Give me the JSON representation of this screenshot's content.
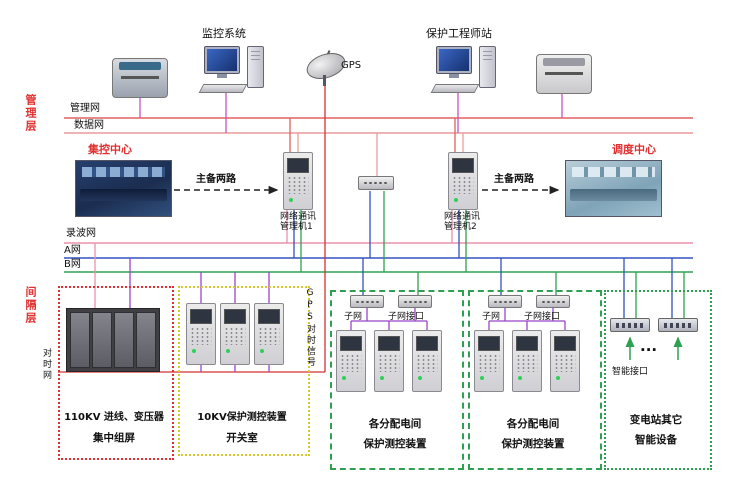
{
  "top": {
    "monitor_system": "监控系统",
    "gps": "GPS",
    "engineer_station": "保护工程师站"
  },
  "layers": {
    "management": "管理层",
    "bay": "间隔层"
  },
  "buses": {
    "mgmt": "管理网",
    "data": "数据网",
    "wave": "录波网",
    "a": "A网",
    "b": "B网",
    "time": "对时网"
  },
  "middle": {
    "control_center": "集控中心",
    "dispatch_center": "调度中心",
    "dual_left": "主备两路",
    "dual_right": "主备两路",
    "comm1_line1": "网络通讯",
    "comm1_line2": "管理机1",
    "comm2_line1": "网络通讯",
    "comm2_line2": "管理机2",
    "gps_line_label": "GPS对时信号"
  },
  "sections": {
    "box1": {
      "caption1": "110KV 进线、变压器",
      "caption2": "集中组屏"
    },
    "box2": {
      "caption1": "10KV保护测控装置",
      "caption2": "开关室"
    },
    "box3": {
      "subnet": "子网",
      "subnet_if": "子网接口",
      "caption1": "各分配电间",
      "caption2": "保护测控装置"
    },
    "box4": {
      "subnet": "子网",
      "subnet_if": "子网接口",
      "caption1": "各分配电间",
      "caption2": "保护测控装置"
    },
    "box5": {
      "dots": "...",
      "smart_if": "智能接口",
      "caption1": "变电站其它",
      "caption2": "智能设备"
    }
  },
  "colors": {
    "bus_management": "#e06060",
    "bus_data": "#ec9a9a",
    "bus_wave_record": "#ea92aa",
    "bus_a_net": "#3352c0",
    "bus_b_net": "#2fa052",
    "time_sync_line": "#d23333",
    "device_link_purple": "#9a44c8",
    "top_link_magenta": "#c255c2",
    "layer_label_red": "#e03030",
    "box_10kv_border": "#d8c830"
  }
}
